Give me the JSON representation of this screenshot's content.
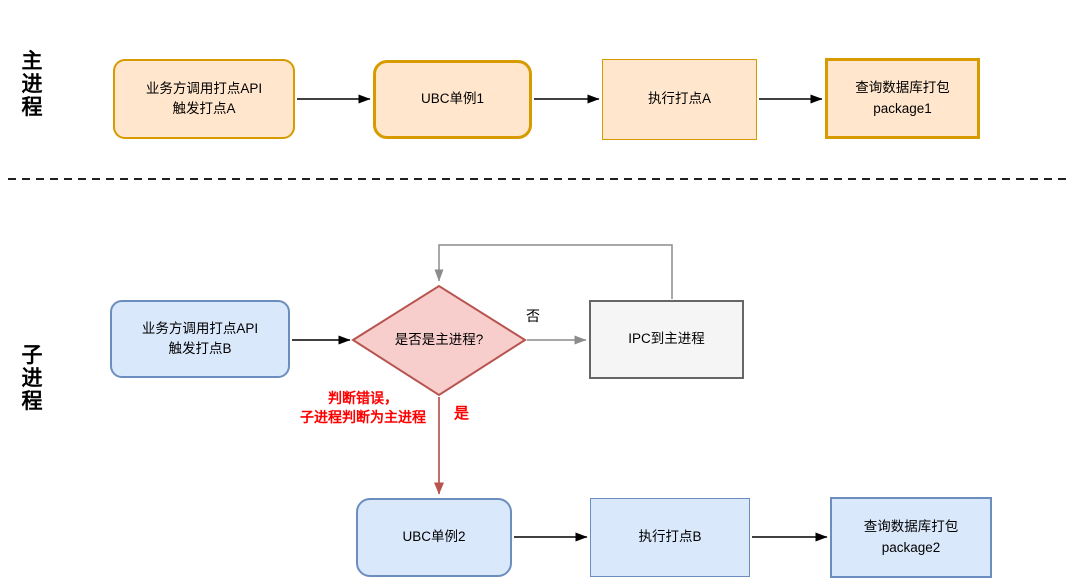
{
  "diagram": {
    "lanes": {
      "main": "主进程",
      "child": "子进程"
    },
    "nodes": {
      "biz_call_a": {
        "line1": "业务方调用打点API",
        "line2": "触发打点A"
      },
      "ubc1": {
        "label": "UBC单例1"
      },
      "exec_a": {
        "label": "执行打点A"
      },
      "package1": {
        "line1": "查询数据库打包",
        "line2": "package1"
      },
      "biz_call_b": {
        "line1": "业务方调用打点API",
        "line2": "触发打点B"
      },
      "decision": {
        "label": "是否是主进程?"
      },
      "ipc": {
        "label": "IPC到主进程"
      },
      "ubc2": {
        "label": "UBC单例2"
      },
      "exec_b": {
        "label": "执行打点B"
      },
      "package2": {
        "line1": "查询数据库打包",
        "line2": "package2"
      }
    },
    "edge_labels": {
      "no": "否",
      "yes": "是",
      "error_line1": "判断错误，",
      "error_line2": "子进程判断为主进程"
    },
    "colors": {
      "orange_fill": "#FFE6CC",
      "orange_stroke": "#D79B00",
      "blue_fill": "#DAE8FC",
      "blue_stroke": "#6C8EBF",
      "pink_fill": "#F8CECC",
      "pink_stroke": "#B85450",
      "gray_fill": "#F5F5F5",
      "gray_stroke": "#666666",
      "connector_black": "#000000",
      "connector_gray": "#8C8C8C",
      "annotation_red": "#FF0000"
    }
  }
}
